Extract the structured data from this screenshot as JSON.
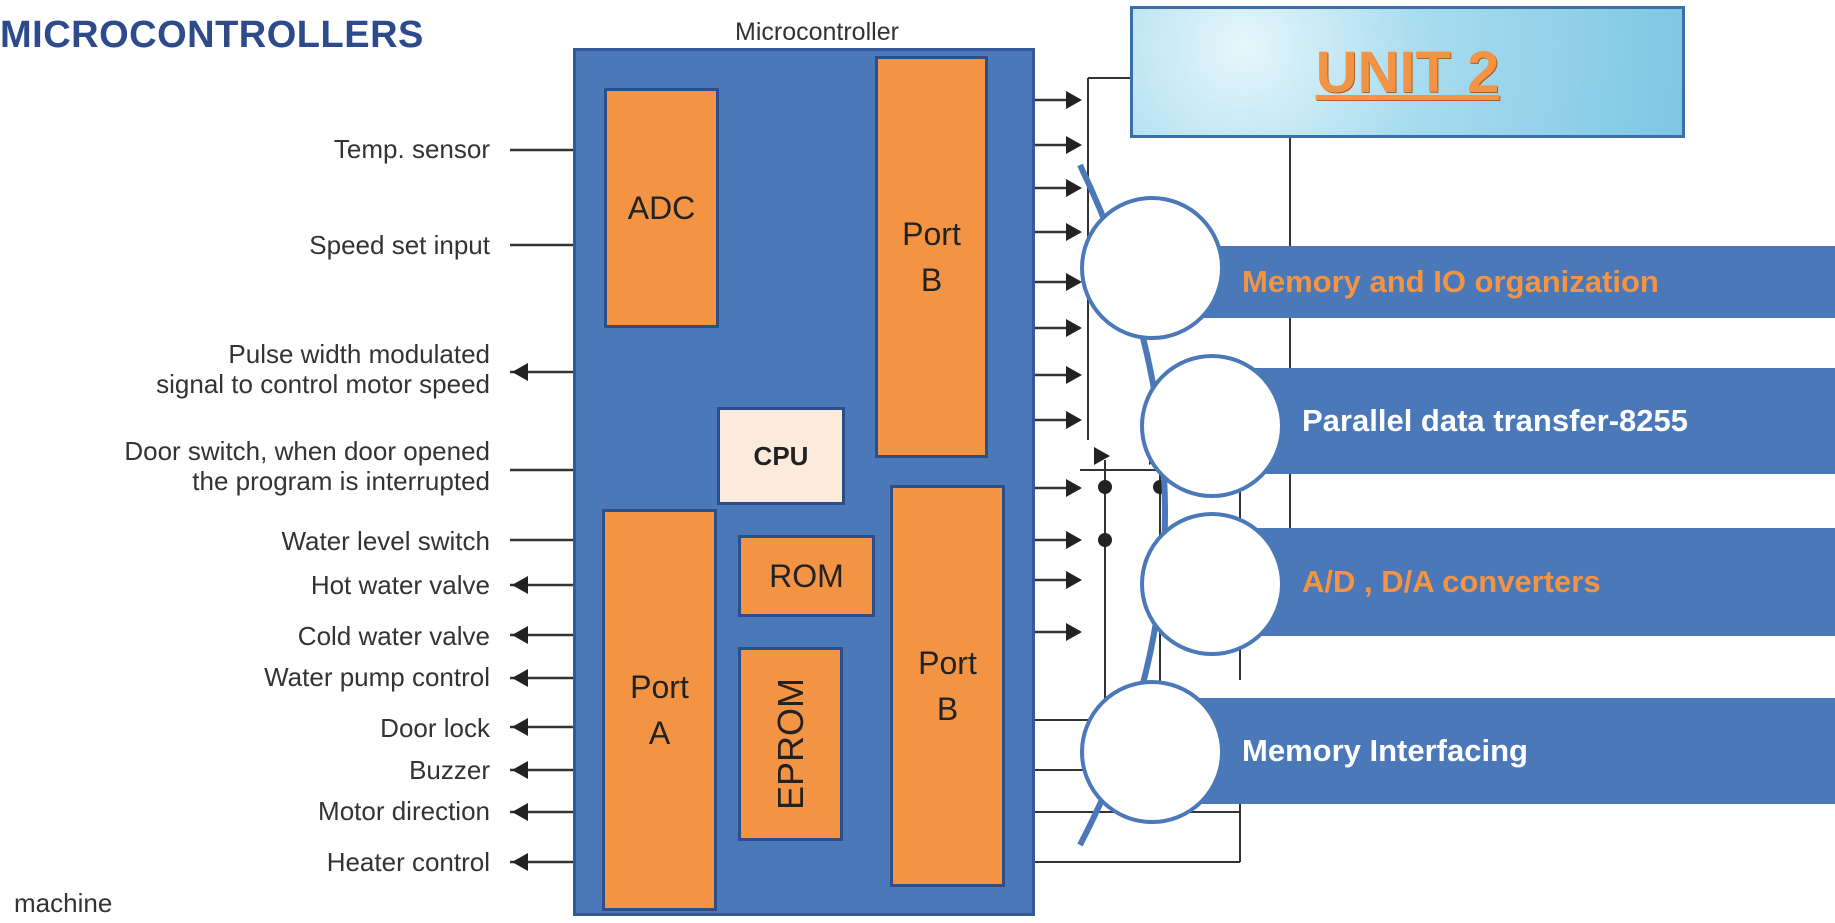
{
  "header": {
    "title": "MICROCONTROLLERS",
    "diagram_label": "Microcontroller",
    "caption": "machine"
  },
  "signals": [
    {
      "label": "Temp. sensor",
      "direction": "in"
    },
    {
      "label": "Speed set input",
      "direction": "in"
    },
    {
      "label": "Pulse width modulated\nsignal to control motor speed",
      "direction": "out"
    },
    {
      "label": "Door switch, when door opened\nthe program is interrupted",
      "direction": "in"
    },
    {
      "label": "Water level switch",
      "direction": "in"
    },
    {
      "label": "Hot water valve",
      "direction": "out"
    },
    {
      "label": "Cold water valve",
      "direction": "out"
    },
    {
      "label": "Water pump control",
      "direction": "out"
    },
    {
      "label": "Door lock",
      "direction": "out"
    },
    {
      "label": "Buzzer",
      "direction": "out"
    },
    {
      "label": "Motor direction",
      "direction": "out"
    },
    {
      "label": "Heater control",
      "direction": "out"
    }
  ],
  "blocks": {
    "adc": "ADC",
    "port_b_top": "Port\nB",
    "cpu": "CPU",
    "rom": "ROM",
    "port_a": "Port\nA",
    "eprom": "EPROM",
    "port_b_bottom": "Port\nB"
  },
  "unit_banner": {
    "label": "UNIT 2"
  },
  "topics": [
    {
      "label": "Memory and IO organization",
      "color": "orange"
    },
    {
      "label": "Parallel data transfer-8255",
      "color": "white"
    },
    {
      "label": "A/D , D/A converters",
      "color": "orange"
    },
    {
      "label": "Memory Interfacing",
      "color": "white"
    }
  ],
  "colors": {
    "accent_orange": "#f39445",
    "block_blue": "#4a78b8",
    "title_blue": "#2d4a8a"
  }
}
